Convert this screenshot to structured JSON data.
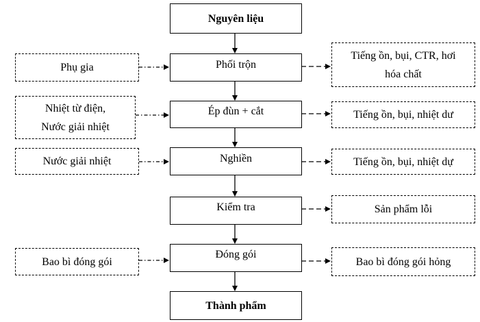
{
  "process": {
    "raw_material": "Nguyên liệu",
    "steps": [
      "Phối trộn",
      "Ép đùn + cắt",
      "Nghiền",
      "Kiểm tra",
      "Đóng gói"
    ],
    "final_product": "Thành phẩm"
  },
  "inputs": {
    "mixing": "Phụ gia",
    "extrusion_line1": "Nhiệt từ điện,",
    "extrusion_line2": "Nước giải nhiệt",
    "grinding": "Nước giải nhiệt",
    "packaging": "Bao bì đóng gói"
  },
  "outputs": {
    "mixing_line1": "Tiếng ồn, bụi, CTR, hơi",
    "mixing_line2": "hóa chất",
    "extrusion": "Tiếng ồn, bụi, nhiệt dư",
    "grinding": "Tiếng ồn, bụi, nhiệt dự",
    "inspection": "Sản phẩm lỗi",
    "packaging": "Bao bì đóng gói hỏng"
  },
  "colors": {
    "line": "#000000",
    "background": "#ffffff"
  }
}
